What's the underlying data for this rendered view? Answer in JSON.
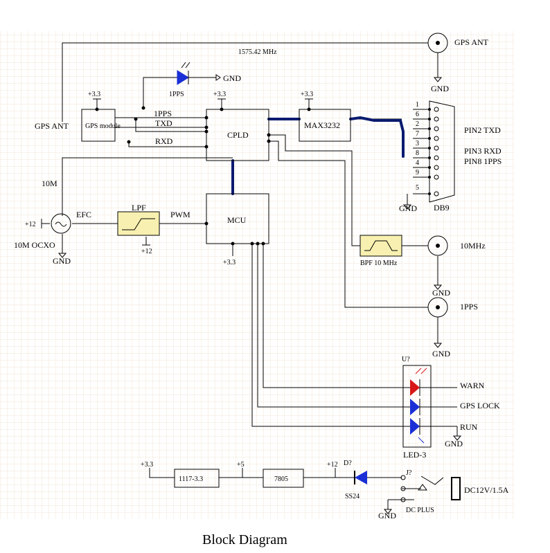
{
  "caption": "Block Diagram",
  "gps_ant_connector": "GPS ANT",
  "gps_freq": "1575.42 MHz",
  "gps_ant_input": "GPS ANT",
  "gps_module": "GPS module",
  "cpld": "CPLD",
  "max3232": "MAX3232",
  "mcu": "MCU",
  "lpf": "LPF",
  "bpf": "BPF 10 MHz",
  "ocxo": "10M OCXO",
  "ocxo_out": "10M",
  "efc": "EFC",
  "pwm": "PWM",
  "sig_1pps": "1PPS",
  "sig_txd": "TXD",
  "sig_rxd": "RXD",
  "led_1pps": "1PPS",
  "gnd": "GND",
  "v33": "+3.3",
  "v5": "+5",
  "v12": "+12",
  "db9": "DB9",
  "db9_pins": [
    "1",
    "6",
    "2",
    "7",
    "3",
    "8",
    "4",
    "9",
    "5"
  ],
  "pin2": "PIN2 TXD",
  "pin3": "PIN3 RXD",
  "pin8": "PIN8 1PPS",
  "out_10mhz": "10MHz",
  "out_1pps": "1PPS",
  "led_ref": "U?",
  "led_part": "LED-3",
  "warn": "WARN",
  "gps_lock": "GPS LOCK",
  "run": "RUN",
  "reg1": "1117-3.3",
  "reg2": "7805",
  "diode_ref": "D?",
  "diode_part": "SS24",
  "jack_ref": "J?",
  "dc_plus": "DC PLUS",
  "dc_in": "DC12V/1.5A",
  "colors": {
    "line": "#000000",
    "bus": "#0a1a6e",
    "grid": "#f3e6d8",
    "filter": "#f7f0b0",
    "led_blue": "#1a2fd6",
    "led_red": "#d81818",
    "power": "#8b1a1a"
  }
}
